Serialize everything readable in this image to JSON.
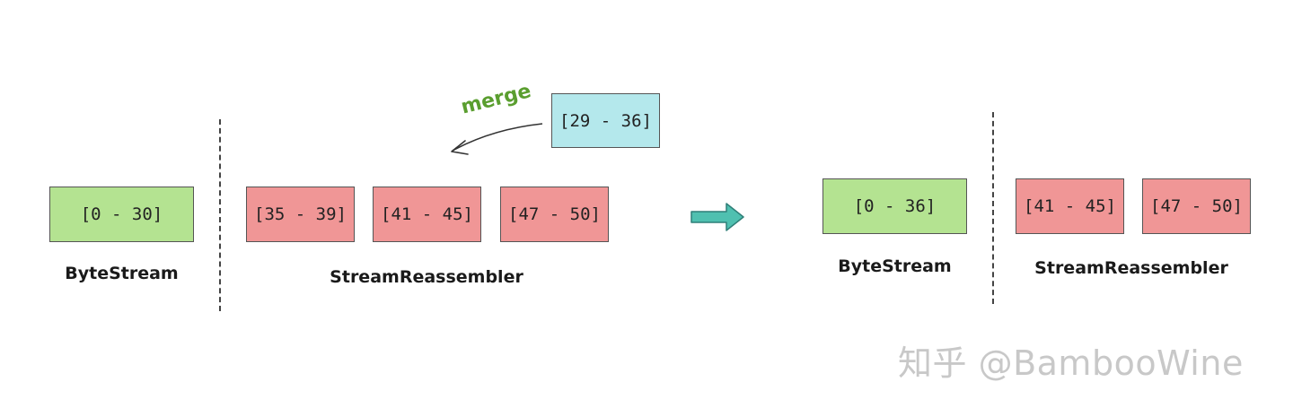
{
  "colors": {
    "bytestream_fill": "#b4e391",
    "reassembler_fill": "#f09696",
    "incoming_fill": "#b4e8ec",
    "merge_text": "#5a9e2f",
    "transition_arrow": "#4fc0b0"
  },
  "before": {
    "bytestream": {
      "segment": "[0 - 30]",
      "label": "ByteStream"
    },
    "reassembler": {
      "segments": [
        "[35 - 39]",
        "[41 - 45]",
        "[47 - 50]"
      ],
      "label": "StreamReassembler"
    },
    "incoming": {
      "segment": "[29 - 36]",
      "merge_label": "merge"
    }
  },
  "after": {
    "bytestream": {
      "segment": "[0 - 36]",
      "label": "ByteStream"
    },
    "reassembler": {
      "segments": [
        "[41 - 45]",
        "[47 - 50]"
      ],
      "label": "StreamReassembler"
    }
  },
  "watermark": "知乎 @BambooWine"
}
